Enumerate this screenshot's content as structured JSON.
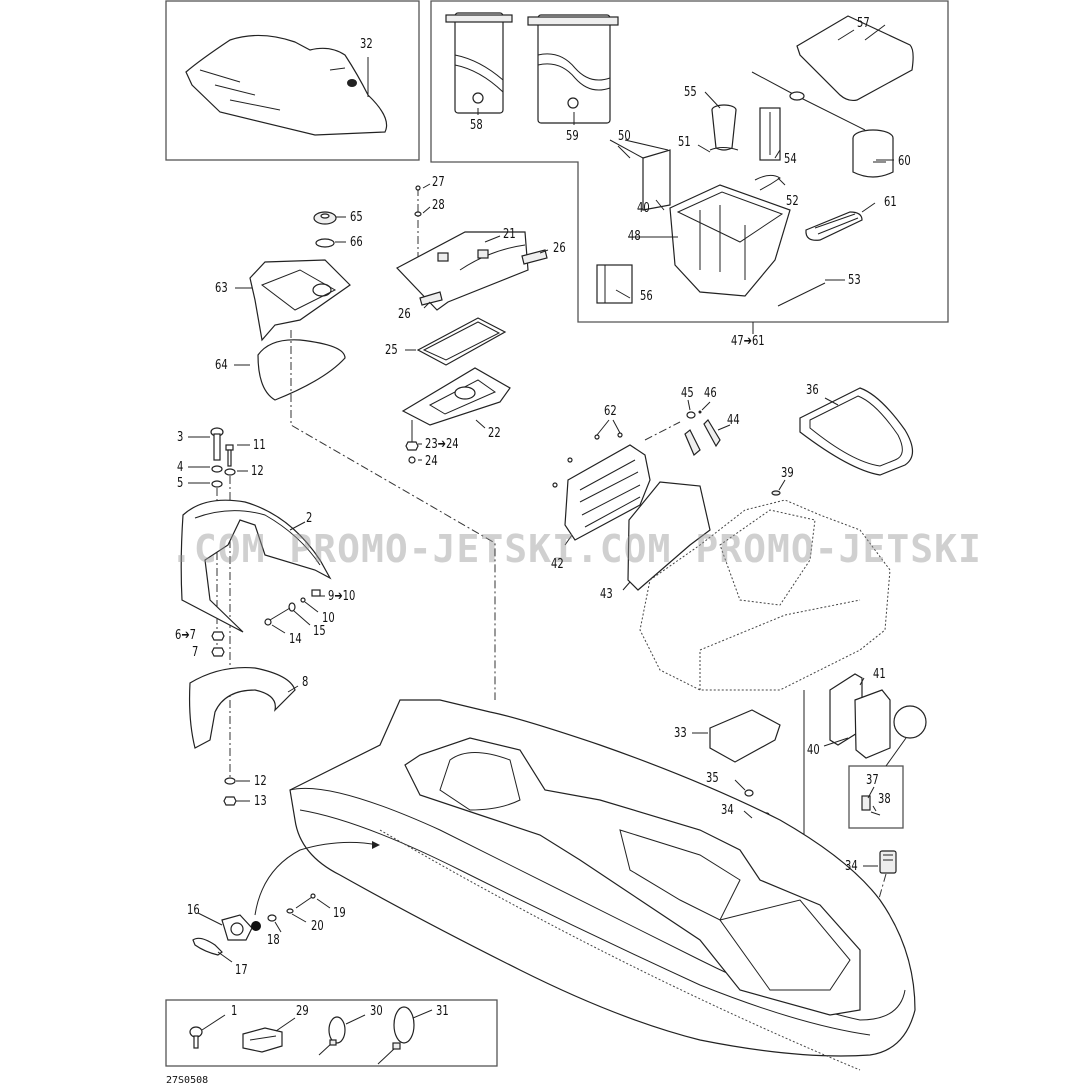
{
  "diagram": {
    "type": "exploded-parts-diagram",
    "subject": "Personal watercraft body, storage and accessories",
    "drawing_code": "27S0508",
    "watermark": [
      ".COM  PROMO-JETSKI.COM  PROMO-JETSKI"
    ],
    "callouts": [
      {
        "id": "c32",
        "text": "32"
      },
      {
        "id": "c57",
        "text": "57"
      },
      {
        "id": "c55",
        "text": "55"
      },
      {
        "id": "c58",
        "text": "58"
      },
      {
        "id": "c59",
        "text": "59"
      },
      {
        "id": "c50",
        "text": "50"
      },
      {
        "id": "c51",
        "text": "51"
      },
      {
        "id": "c54",
        "text": "54"
      },
      {
        "id": "c60",
        "text": "60"
      },
      {
        "id": "c52",
        "text": "52"
      },
      {
        "id": "c40a",
        "text": "40"
      },
      {
        "id": "c61",
        "text": "61"
      },
      {
        "id": "c48",
        "text": "48"
      },
      {
        "id": "c53",
        "text": "53"
      },
      {
        "id": "c56",
        "text": "56"
      },
      {
        "id": "c47",
        "text": "47➔61"
      },
      {
        "id": "c27",
        "text": "27"
      },
      {
        "id": "c28",
        "text": "28"
      },
      {
        "id": "c65",
        "text": "65"
      },
      {
        "id": "c66",
        "text": "66"
      },
      {
        "id": "c21",
        "text": "21"
      },
      {
        "id": "c26a",
        "text": "26"
      },
      {
        "id": "c63",
        "text": "63"
      },
      {
        "id": "c26b",
        "text": "26"
      },
      {
        "id": "c25",
        "text": "25"
      },
      {
        "id": "c64",
        "text": "64"
      },
      {
        "id": "c22",
        "text": "22"
      },
      {
        "id": "c23",
        "text": "23➔24"
      },
      {
        "id": "c24",
        "text": "24"
      },
      {
        "id": "c3",
        "text": "3"
      },
      {
        "id": "c11",
        "text": "11"
      },
      {
        "id": "c4",
        "text": "4"
      },
      {
        "id": "c12a",
        "text": "12"
      },
      {
        "id": "c5",
        "text": "5"
      },
      {
        "id": "c2",
        "text": "2"
      },
      {
        "id": "c9",
        "text": "9➔10"
      },
      {
        "id": "c10",
        "text": "10"
      },
      {
        "id": "c15",
        "text": "15"
      },
      {
        "id": "c14",
        "text": "14"
      },
      {
        "id": "c6",
        "text": "6➔7"
      },
      {
        "id": "c7",
        "text": "7"
      },
      {
        "id": "c8",
        "text": "8"
      },
      {
        "id": "c12b",
        "text": "12"
      },
      {
        "id": "c13",
        "text": "13"
      },
      {
        "id": "c62",
        "text": "62"
      },
      {
        "id": "c45",
        "text": "45"
      },
      {
        "id": "c46",
        "text": "46"
      },
      {
        "id": "c44",
        "text": "44"
      },
      {
        "id": "c36",
        "text": "36"
      },
      {
        "id": "c39",
        "text": "39"
      },
      {
        "id": "c42",
        "text": "42"
      },
      {
        "id": "c43",
        "text": "43"
      },
      {
        "id": "c41",
        "text": "41"
      },
      {
        "id": "c33",
        "text": "33"
      },
      {
        "id": "c40b",
        "text": "40"
      },
      {
        "id": "c35",
        "text": "35"
      },
      {
        "id": "c37",
        "text": "37"
      },
      {
        "id": "c38",
        "text": "38"
      },
      {
        "id": "c34a",
        "text": "34"
      },
      {
        "id": "c34b",
        "text": "34"
      },
      {
        "id": "c16",
        "text": "16"
      },
      {
        "id": "c19",
        "text": "19"
      },
      {
        "id": "c20",
        "text": "20"
      },
      {
        "id": "c18",
        "text": "18"
      },
      {
        "id": "c17",
        "text": "17"
      },
      {
        "id": "c1",
        "text": "1"
      },
      {
        "id": "c29",
        "text": "29"
      },
      {
        "id": "c30",
        "text": "30"
      },
      {
        "id": "c31",
        "text": "31"
      }
    ]
  }
}
